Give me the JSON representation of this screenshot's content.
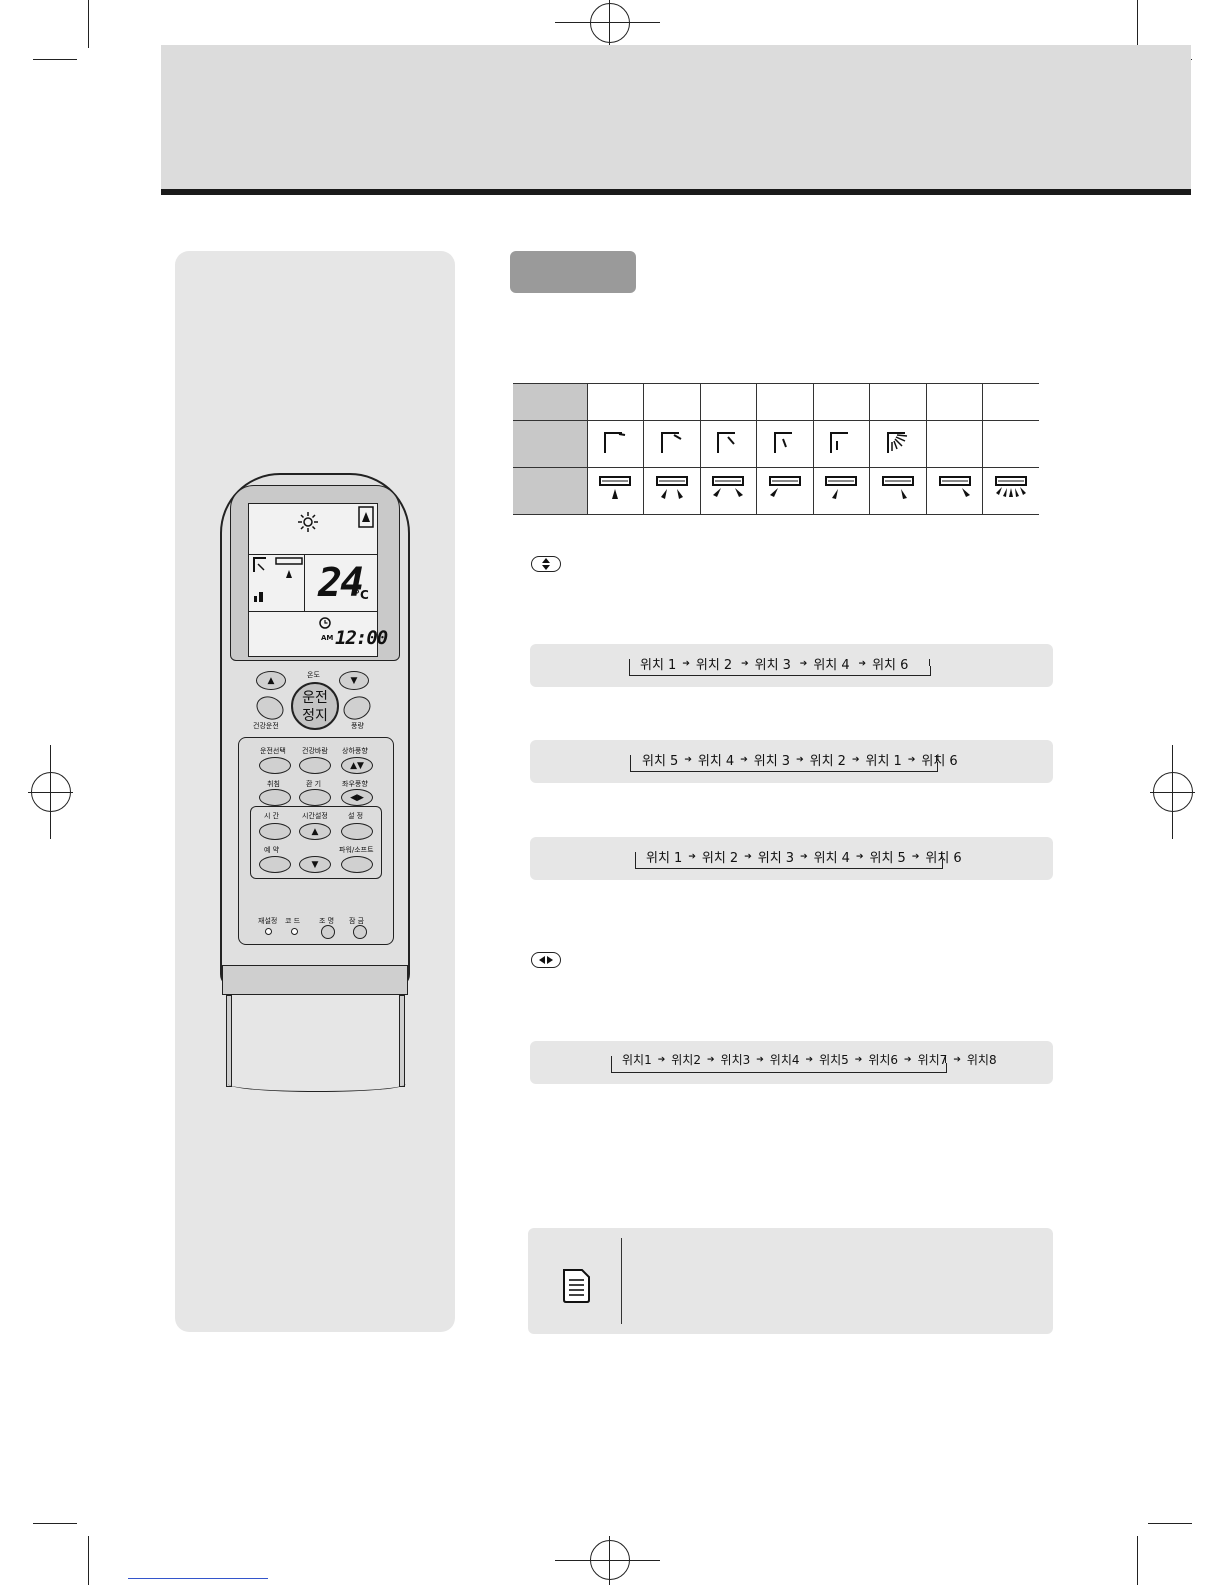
{
  "remote": {
    "temp_value": "24",
    "temp_unit": "°C",
    "clock_value": "12:00",
    "am_label": "AM",
    "labels": {
      "temp": "온도",
      "power_top": "운전",
      "power_bottom": "정지",
      "healthy_run": "건강운전",
      "fan_speed": "풍량",
      "mode_select": "운전선택",
      "healthy_wind": "건강바람",
      "updown_wind": "상하풍향",
      "sleep": "취침",
      "ventilation": "환  기",
      "leftright_wind": "좌우풍향",
      "time": "시  간",
      "time_set": "시간설정",
      "setting": "설  정",
      "reserve": "예  약",
      "power_soft": "파워/소프트",
      "reset": "재설정",
      "code": "코  드",
      "light": "조  명",
      "lock": "잠  금"
    }
  },
  "sequences": {
    "updown_a": [
      "위치 1",
      "위치 2",
      "위치 3",
      "위치 4",
      "위치 6"
    ],
    "updown_b": [
      "위치 5",
      "위치 4",
      "위치 3",
      "위치 2",
      "위치 1",
      "위치 6"
    ],
    "updown_c": [
      "위치 1",
      "위치 2",
      "위치 3",
      "위치 4",
      "위치 5",
      "위치 6"
    ],
    "leftright": [
      "위치1",
      "위치2",
      "위치3",
      "위치4",
      "위치5",
      "위치6",
      "위치7",
      "위치8"
    ]
  },
  "icons": {
    "updown_button": "updown-arrow-icon",
    "leftright_button": "leftright-arrow-icon",
    "note": "note-document-icon"
  }
}
